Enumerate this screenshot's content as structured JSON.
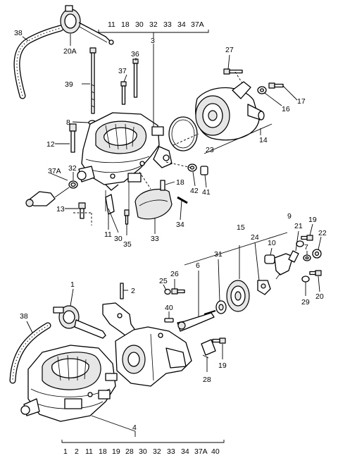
{
  "callouts": {
    "n38a": "38",
    "n20A": "20A",
    "n39": "39",
    "n37": "37",
    "n36": "36",
    "n8": "8",
    "n12": "12",
    "n37A": "37A",
    "n32": "32",
    "n13": "13",
    "n11": "11",
    "n30": "30",
    "n35": "35",
    "n33": "33",
    "n18": "18",
    "n34": "34",
    "n42": "42",
    "n41": "41",
    "n27": "27",
    "n17": "17",
    "n16": "16",
    "n14": "14",
    "n23": "23",
    "n3": "3",
    "n1": "1",
    "n2": "2",
    "n38b": "38",
    "n26": "26",
    "n25": "25",
    "n40": "40",
    "n6": "6",
    "n31": "31",
    "n15": "15",
    "n24": "24",
    "n9": "9",
    "n10": "10",
    "n21": "21",
    "n19a": "19",
    "n7": "7",
    "n22": "22",
    "n29": "29",
    "n20": "20",
    "n28": "28",
    "n19b": "19",
    "n4": "4"
  },
  "group3_items": [
    "11",
    "18",
    "30",
    "32",
    "33",
    "34",
    "37A"
  ],
  "group4_items": [
    "1",
    "2",
    "11",
    "18",
    "19",
    "28",
    "30",
    "32",
    "33",
    "34",
    "37A",
    "40"
  ]
}
